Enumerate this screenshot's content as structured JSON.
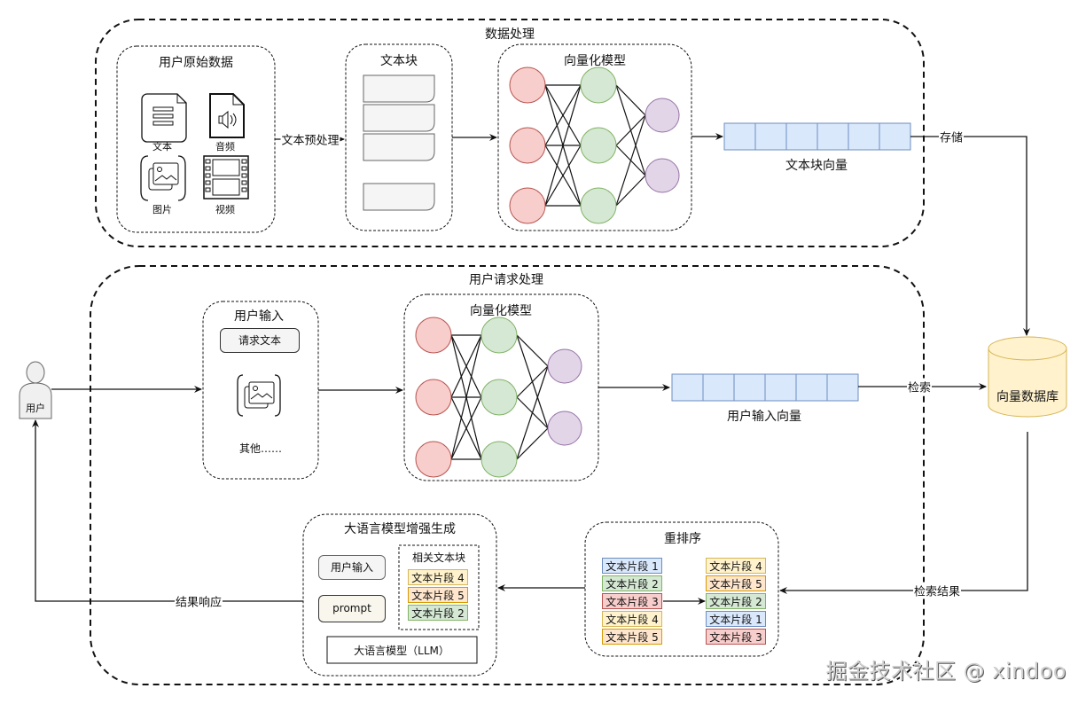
{
  "groups": {
    "data_processing": "数据处理",
    "user_request_processing": "用户请求处理"
  },
  "raw_data": {
    "title": "用户原始数据",
    "items": [
      {
        "label": "文本",
        "icon": "text-document-icon"
      },
      {
        "label": "音频",
        "icon": "audio-file-icon"
      },
      {
        "label": "图片",
        "icon": "image-icon"
      },
      {
        "label": "视频",
        "icon": "video-film-icon"
      }
    ]
  },
  "edges": {
    "preprocess": "文本预处理",
    "store": "存储",
    "search": "检索",
    "search_results": "检索结果",
    "response": "结果响应"
  },
  "text_chunks": {
    "title": "文本块",
    "count": 4
  },
  "embedding_model_top": {
    "title": "向量化模型",
    "layers": [
      3,
      3,
      2
    ]
  },
  "embedding_model_bottom": {
    "title": "向量化模型",
    "layers": [
      3,
      3,
      2
    ]
  },
  "chunk_vector": {
    "label": "文本块向量",
    "cells": 6
  },
  "query_vector": {
    "label": "用户输入向量",
    "cells": 6
  },
  "vector_db": {
    "label": "向量数据库"
  },
  "user": {
    "label": "用户"
  },
  "user_input": {
    "title": "用户输入",
    "request_text": "请求文本",
    "other": "其他……"
  },
  "rerank": {
    "title": "重排序",
    "before": [
      {
        "label": "文本片段 1",
        "color": "blue"
      },
      {
        "label": "文本片段 2",
        "color": "green"
      },
      {
        "label": "文本片段 3",
        "color": "red"
      },
      {
        "label": "文本片段 4",
        "color": "yellow"
      },
      {
        "label": "文本片段 5",
        "color": "orange"
      }
    ],
    "after": [
      {
        "label": "文本片段 4",
        "color": "yellow"
      },
      {
        "label": "文本片段 5",
        "color": "orange"
      },
      {
        "label": "文本片段 2",
        "color": "green"
      },
      {
        "label": "文本片段 1",
        "color": "blue"
      },
      {
        "label": "文本片段 3",
        "color": "red"
      }
    ]
  },
  "rag": {
    "title": "大语言模型增强生成",
    "user_input": "用户输入",
    "prompt": "prompt",
    "related_title": "相关文本块",
    "related": [
      {
        "label": "文本片段 4",
        "color": "yellow"
      },
      {
        "label": "文本片段 5",
        "color": "orange"
      },
      {
        "label": "文本片段 2",
        "color": "green"
      }
    ],
    "llm": "大语言模型（LLM）"
  },
  "colors": {
    "input_node": "#f8cecc",
    "hidden_node": "#d5e8d4",
    "output_node": "#e1d5e7",
    "vector_cell": "#dae8fc",
    "database": "#fff2cc"
  },
  "watermark": "掘金技术社区 @ xindoo"
}
